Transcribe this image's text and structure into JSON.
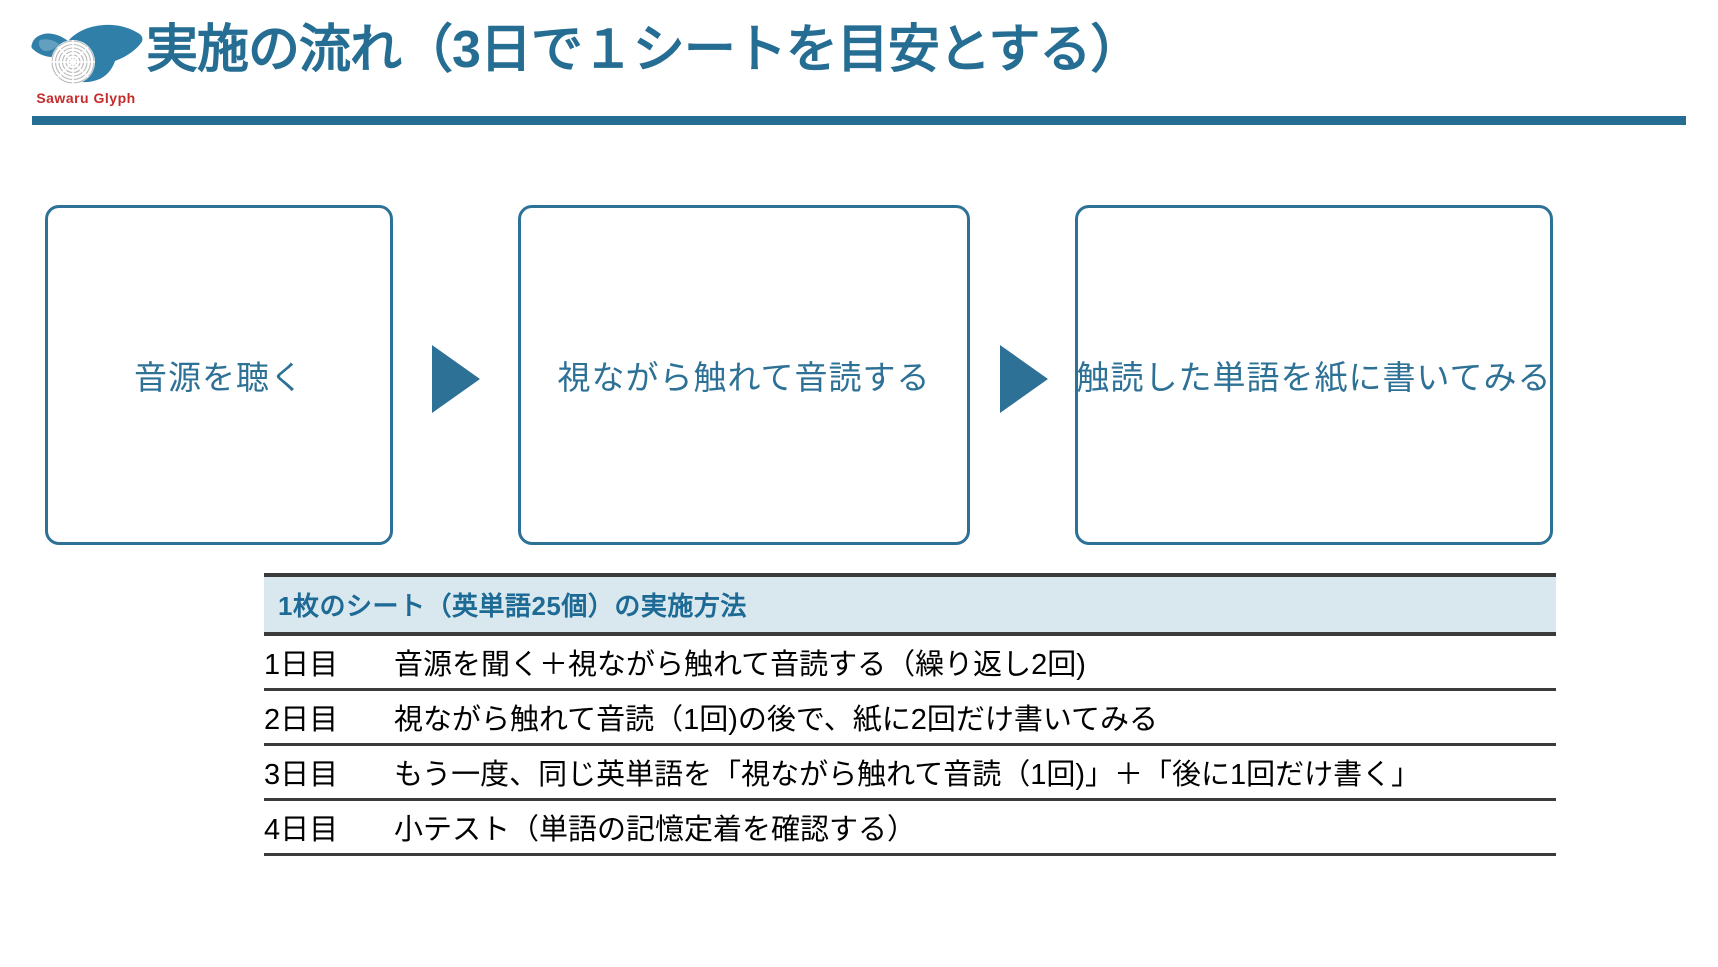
{
  "header": {
    "title": "実施の流れ（3日で１シートを目安とする）",
    "logo_caption": "Sawaru  Glyph",
    "accent_color": "#256d92",
    "logo_hand_color": "#2f7fa8",
    "logo_caption_color": "#c42b2b"
  },
  "flow": {
    "steps": [
      {
        "label": "音源を聴く"
      },
      {
        "label": "視ながら触れて音読する"
      },
      {
        "label": "触読した単語を紙に書いてみる"
      }
    ],
    "arrows": [
      {
        "name": "flow-arrow-1"
      },
      {
        "name": "flow-arrow-2"
      }
    ],
    "box_border_color": "#2e7196",
    "box_text_color": "#2e7196"
  },
  "table": {
    "header": "1枚のシート（英単語25個）の実施方法",
    "header_bg": "#d9e7ef",
    "header_text_color": "#1d6a95",
    "rows": [
      {
        "day": "1日目",
        "desc": "音源を聞く＋視ながら触れて音読する（繰り返し2回)"
      },
      {
        "day": "2日目",
        "desc": "視ながら触れて音読（1回)の後で、紙に2回だけ書いてみる"
      },
      {
        "day": "3日目",
        "desc": "もう一度、同じ英単語を「視ながら触れて音読（1回)」＋「後に1回だけ書く」"
      },
      {
        "day": "4日目",
        "desc": "小テスト（単語の記憶定着を確認する）"
      }
    ]
  }
}
